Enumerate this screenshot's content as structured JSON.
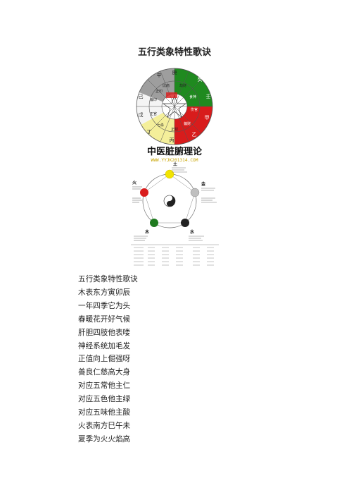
{
  "document": {
    "title": "五行类象特性歌诀",
    "figure": {
      "banner_title": "中医脏腑理论",
      "banner_url": "WWW.YYJK201314.COM",
      "wheel_stems": [
        "辛",
        "庚",
        "癸",
        "壬",
        "甲",
        "乙",
        "丙",
        "丁",
        "戊",
        "己"
      ],
      "wheel_inner": [
        "比肩",
        "劫财",
        "食神",
        "伤官",
        "偏财",
        "正财",
        "七杀",
        "正官",
        "偏印",
        "正印"
      ],
      "elements": [
        {
          "name": "土",
          "color": "#f2e400"
        },
        {
          "name": "金",
          "color": "#bfbfbf"
        },
        {
          "name": "水",
          "color": "#222222"
        },
        {
          "name": "木",
          "color": "#1f7a1f"
        },
        {
          "name": "火",
          "color": "#d91c1c"
        }
      ],
      "accent_colors": {
        "wood": "#1f8a1f",
        "fire": "#d81c1c",
        "earth": "#f4ef9a",
        "metal": "#9e9e9e",
        "neutral": "#f4f4f4"
      }
    },
    "verse_lines": [
      "五行类象特性歌诀",
      "木表东方寅卯辰",
      "一年四季它为头",
      "春暖花开好气候",
      "肝胆四肢他表喽",
      "神经系统加毛发",
      "正值向上倔强呀",
      "善良仁慈高大身",
      "对应五常他主仁",
      "对应五色他主绿",
      "对应五味他主酸",
      "火表南方巳午未",
      "夏季为火火焰高"
    ]
  }
}
